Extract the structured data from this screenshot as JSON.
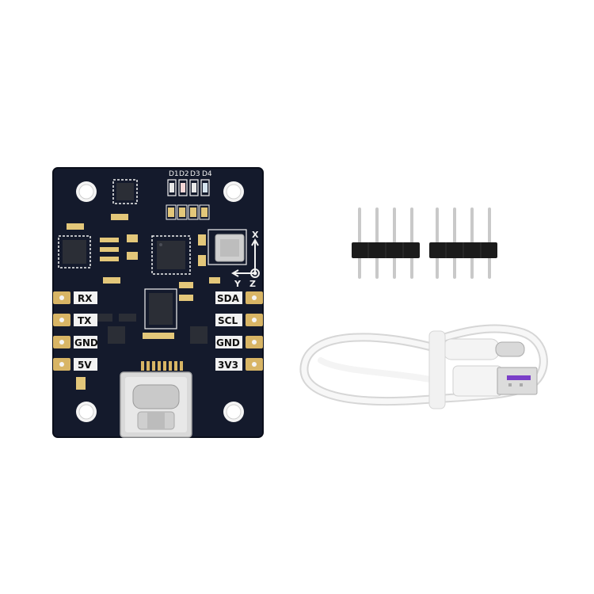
{
  "colors": {
    "pcb": "#141a2c",
    "silkscreen": "#f2f2f2",
    "gold_pad": "#d8b565",
    "chip": "#2b2e36",
    "header_plastic": "#1b1b1b",
    "header_pin": "#c9c9c9",
    "cable": "#f4f4f4",
    "usb_metal": "#d9d9d9",
    "usb_tongue": "#7a3fc8"
  },
  "board": {
    "left_pins": [
      "RX",
      "TX",
      "GND",
      "5V"
    ],
    "right_pins": [
      "SDA",
      "SCL",
      "GND",
      "3V3"
    ],
    "leds": [
      "D1",
      "D2",
      "D3",
      "D4"
    ],
    "axes": {
      "x": "X",
      "y": "Y",
      "z": "Z"
    }
  },
  "accessories": {
    "pin_header_count": 2,
    "pins_per_header": 4,
    "cable_icon": "usb-c-to-usb-a-cable"
  }
}
